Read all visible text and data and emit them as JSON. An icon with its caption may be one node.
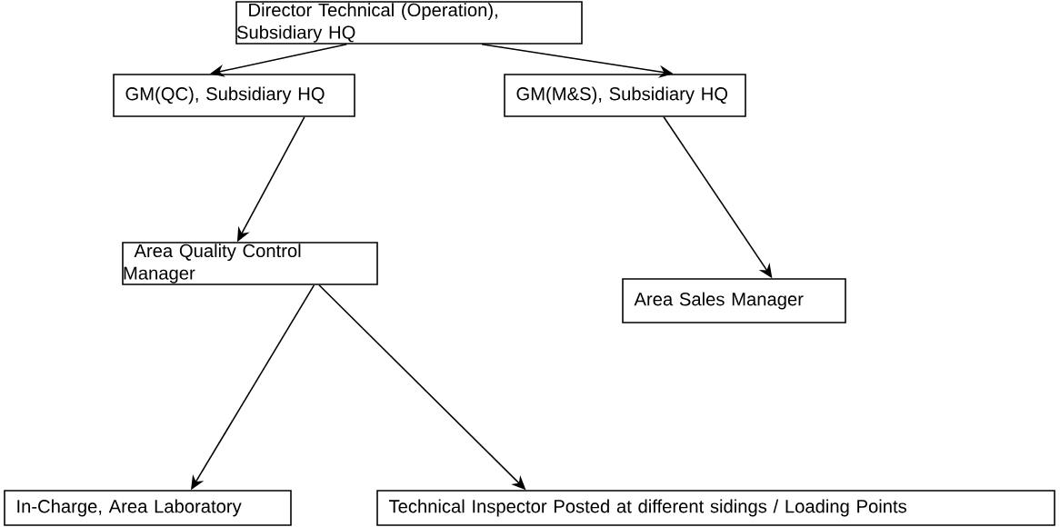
{
  "diagram": {
    "nodes": [
      {
        "text": [
          "Director Technical (Operation), Subsidiary HQ"
        ]
      },
      {
        "text": [
          "GM(QC), Subsidiary HQ"
        ]
      },
      {
        "text": [
          "GM(M&S), Subsidiary HQ"
        ]
      },
      {
        "text": [
          "Area Quality Control Manager"
        ]
      },
      {
        "text": [
          "Area Sales Manager"
        ]
      },
      {
        "text": [
          "In-Charge, Area Laboratory"
        ]
      },
      {
        "text": [
          "Technical Inspector Posted at different sidings / Loading Points"
        ]
      }
    ],
    "edges": [
      {
        "from": 0,
        "to": 1,
        "arrow": "to"
      },
      {
        "from": 0,
        "to": 2,
        "arrow": "to"
      },
      {
        "from": 1,
        "to": 3,
        "arrow": "to"
      },
      {
        "from": 2,
        "to": 4,
        "arrow": "to"
      },
      {
        "from": 3,
        "to": 5,
        "arrow": "to"
      },
      {
        "from": 3,
        "to": 6,
        "arrow": "to"
      }
    ]
  }
}
